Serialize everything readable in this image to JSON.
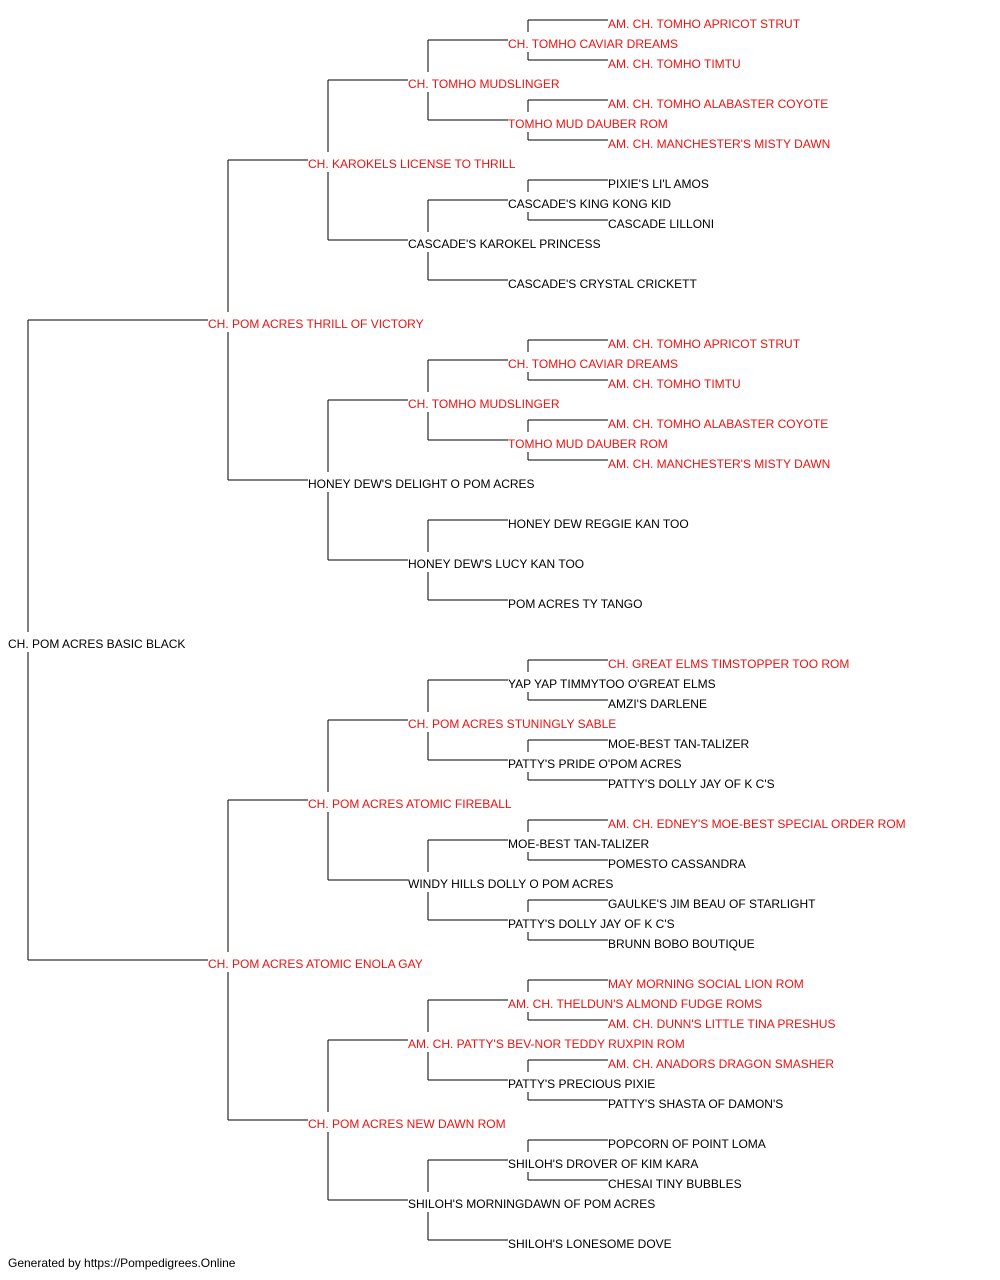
{
  "colors": {
    "champion": "#ee1111",
    "normal": "#000000",
    "line": "#000000"
  },
  "footer": "Generated by https://Pompedigrees.Online",
  "root": {
    "name": "CH. POM ACRES BASIC BLACK",
    "ch": false,
    "sire": {
      "name": "CH. POM ACRES THRILL OF VICTORY",
      "ch": true,
      "sire": {
        "name": "CH. KAROKELS LICENSE TO THRILL",
        "ch": true,
        "sire": {
          "name": "CH. TOMHO MUDSLINGER",
          "ch": true,
          "sire": {
            "name": "CH. TOMHO CAVIAR DREAMS",
            "ch": true,
            "sire": {
              "name": "AM. CH. TOMHO APRICOT STRUT",
              "ch": true
            },
            "dam": {
              "name": "AM. CH. TOMHO TIMTU",
              "ch": true
            }
          },
          "dam": {
            "name": "TOMHO MUD DAUBER ROM",
            "ch": true,
            "sire": {
              "name": "AM. CH. TOMHO ALABASTER COYOTE",
              "ch": true
            },
            "dam": {
              "name": "AM. CH. MANCHESTER'S MISTY DAWN",
              "ch": true
            }
          }
        },
        "dam": {
          "name": "CASCADE'S KAROKEL PRINCESS",
          "ch": false,
          "sire": {
            "name": "CASCADE'S KING KONG KID",
            "ch": false,
            "sire": {
              "name": "PIXIE'S LI'L AMOS",
              "ch": false
            },
            "dam": {
              "name": "CASCADE LILLONI",
              "ch": false
            }
          },
          "dam": {
            "name": "CASCADE'S CRYSTAL CRICKETT",
            "ch": false
          }
        }
      },
      "dam": {
        "name": "HONEY DEW'S DELIGHT O POM ACRES",
        "ch": false,
        "sire": {
          "name": "CH. TOMHO MUDSLINGER",
          "ch": true,
          "sire": {
            "name": "CH. TOMHO CAVIAR DREAMS",
            "ch": true,
            "sire": {
              "name": "AM. CH. TOMHO APRICOT STRUT",
              "ch": true
            },
            "dam": {
              "name": "AM. CH. TOMHO TIMTU",
              "ch": true
            }
          },
          "dam": {
            "name": "TOMHO MUD DAUBER ROM",
            "ch": true,
            "sire": {
              "name": "AM. CH. TOMHO ALABASTER COYOTE",
              "ch": true
            },
            "dam": {
              "name": "AM. CH. MANCHESTER'S MISTY DAWN",
              "ch": true
            }
          }
        },
        "dam": {
          "name": "HONEY DEW'S LUCY KAN TOO",
          "ch": false,
          "sire": {
            "name": "HONEY DEW REGGIE KAN TOO",
            "ch": false
          },
          "dam": {
            "name": "POM ACRES TY TANGO",
            "ch": false
          }
        }
      }
    },
    "dam": {
      "name": "CH. POM ACRES ATOMIC ENOLA GAY",
      "ch": true,
      "sire": {
        "name": "CH. POM ACRES ATOMIC FIREBALL",
        "ch": true,
        "sire": {
          "name": "CH. POM ACRES STUNINGLY SABLE",
          "ch": true,
          "sire": {
            "name": "YAP YAP TIMMYTOO O'GREAT ELMS",
            "ch": false,
            "sire": {
              "name": "CH. GREAT ELMS TIMSTOPPER TOO ROM",
              "ch": true
            },
            "dam": {
              "name": "AMZI'S DARLENE",
              "ch": false
            }
          },
          "dam": {
            "name": "PATTY'S PRIDE O'POM ACRES",
            "ch": false,
            "sire": {
              "name": "MOE-BEST TAN-TALIZER",
              "ch": false
            },
            "dam": {
              "name": "PATTY'S DOLLY JAY OF K C'S",
              "ch": false
            }
          }
        },
        "dam": {
          "name": "WINDY HILLS DOLLY O POM ACRES",
          "ch": false,
          "sire": {
            "name": "MOE-BEST TAN-TALIZER",
            "ch": false,
            "sire": {
              "name": "AM. CH. EDNEY'S MOE-BEST SPECIAL ORDER ROM",
              "ch": true
            },
            "dam": {
              "name": "POMESTO CASSANDRA",
              "ch": false
            }
          },
          "dam": {
            "name": "PATTY'S DOLLY JAY OF K C'S",
            "ch": false,
            "sire": {
              "name": "GAULKE'S JIM BEAU OF STARLIGHT",
              "ch": false
            },
            "dam": {
              "name": "BRUNN BOBO BOUTIQUE",
              "ch": false
            }
          }
        }
      },
      "dam": {
        "name": "CH. POM ACRES NEW DAWN ROM",
        "ch": true,
        "sire": {
          "name": "AM. CH. PATTY'S BEV-NOR TEDDY RUXPIN ROM",
          "ch": true,
          "sire": {
            "name": "AM. CH. THELDUN'S ALMOND FUDGE ROMS",
            "ch": true,
            "sire": {
              "name": "MAY MORNING SOCIAL LION ROM",
              "ch": true
            },
            "dam": {
              "name": "AM. CH. DUNN'S LITTLE TINA PRESHUS",
              "ch": true
            }
          },
          "dam": {
            "name": "PATTY'S PRECIOUS PIXIE",
            "ch": false,
            "sire": {
              "name": "AM. CH. ANADORS DRAGON SMASHER",
              "ch": true
            },
            "dam": {
              "name": "PATTY'S SHASTA OF DAMON'S",
              "ch": false
            }
          }
        },
        "dam": {
          "name": "SHILOH'S MORNINGDAWN OF POM ACRES",
          "ch": false,
          "sire": {
            "name": "SHILOH'S DROVER OF KIM KARA",
            "ch": false,
            "sire": {
              "name": "POPCORN OF POINT LOMA",
              "ch": false
            },
            "dam": {
              "name": "CHESAI TINY BUBBLES",
              "ch": false
            }
          },
          "dam": {
            "name": "SHILOH'S LONESOME DOVE",
            "ch": false
          }
        }
      }
    }
  }
}
